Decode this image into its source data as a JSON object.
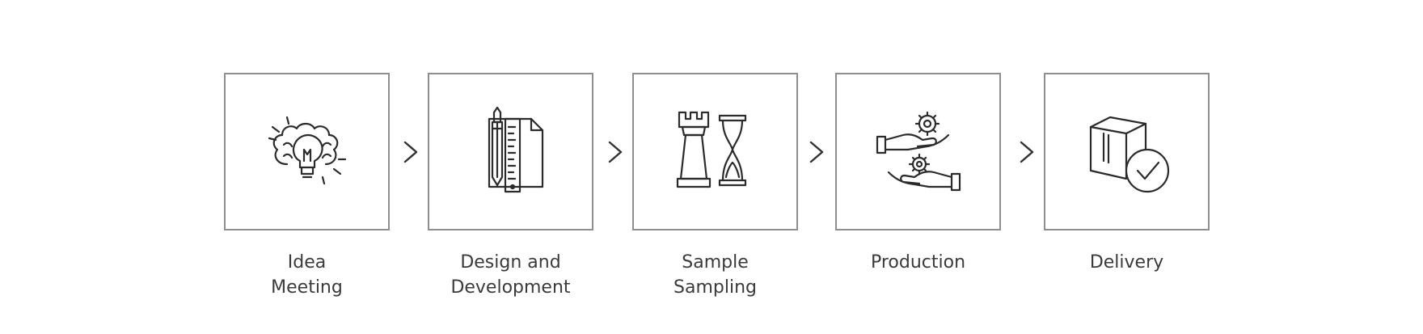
{
  "steps": [
    {
      "id": "idea-meeting",
      "icon": "brain-lightbulb-icon",
      "lines": [
        "Idea",
        "Meeting"
      ]
    },
    {
      "id": "design-development",
      "icon": "pencil-ruler-document-icon",
      "lines": [
        "Design and",
        "Development"
      ]
    },
    {
      "id": "sample-sampling",
      "icon": "chess-rook-hourglass-icon",
      "lines": [
        "Sample",
        "Sampling"
      ]
    },
    {
      "id": "production",
      "icon": "hands-gears-icon",
      "lines": [
        "Production"
      ]
    },
    {
      "id": "delivery",
      "icon": "box-checkmark-icon",
      "lines": [
        "Delivery"
      ]
    }
  ],
  "arrow_glyph": ">",
  "colors": {
    "border": "#8e8e8e",
    "icon": "#2b2b2b",
    "text": "#3a3a3a"
  }
}
